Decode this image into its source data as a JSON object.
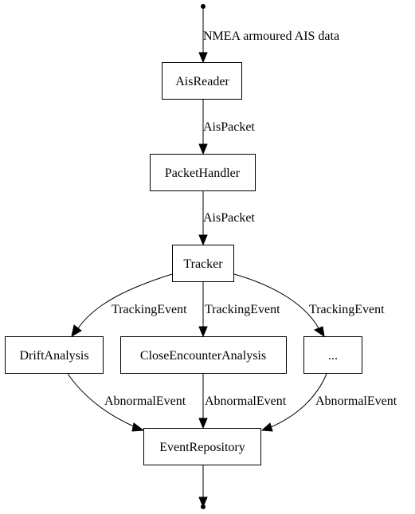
{
  "nodes": {
    "ais_reader": "AisReader",
    "packet_handler": "PacketHandler",
    "tracker": "Tracker",
    "drift_analysis": "DriftAnalysis",
    "close_encounter_analysis": "CloseEncounterAnalysis",
    "ellipsis": "...",
    "event_repository": "EventRepository"
  },
  "edges": {
    "input_to_reader": "NMEA armoured AIS data",
    "reader_to_handler": "AisPacket",
    "handler_to_tracker": "AisPacket",
    "tracker_to_drift": "TrackingEvent",
    "tracker_to_close": "TrackingEvent",
    "tracker_to_ellipsis": "TrackingEvent",
    "drift_to_repository": "AbnormalEvent",
    "close_to_repository": "AbnormalEvent",
    "ellipsis_to_repository": "AbnormalEvent"
  }
}
